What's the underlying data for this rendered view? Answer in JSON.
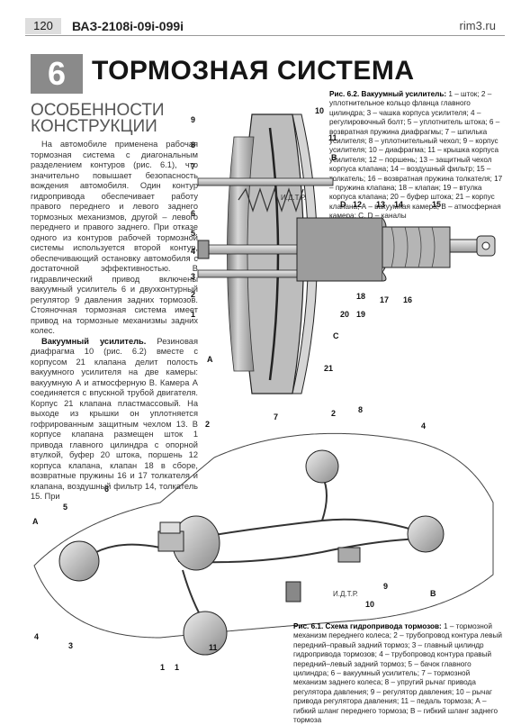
{
  "header": {
    "page_number": "120",
    "book_title": "ВАЗ-2108i-09i-099i",
    "site": "rim3.ru"
  },
  "chapter": {
    "number": "6",
    "title": "ТОРМОЗНАЯ СИСТЕМА"
  },
  "section": {
    "title": "ОСОБЕННОСТИ КОНСТРУКЦИИ"
  },
  "body": {
    "p1": "На автомобиле применена рабочая тормозная система с диагональным разделением контуров (рис. 6.1), что значительно повышает безопасность вождения автомобиля. Один контур гидропривода обеспечивает работу правого переднего и левого заднего тормозных механизмов, другой – левого переднего и правого заднего. При отказе одного из контуров рабочей тормозной системы используется второй контур, обеспечивающий остановку автомобиля с достаточной эффективностью. В гидравлический привод включены вакуумный усилитель 6 и двухконтурный регулятор 9 давления задних тормозов. Стояночная тормозная система имеет привод на тормозные механизмы задних колес.",
    "p2_lead": "Вакуумный усилитель.",
    "p2": " Резиновая диафрагма 10 (рис. 6.2) вместе с корпусом 21 клапана делит полость вакуумного усилителя на две камеры: вакуумную А и атмосферную В. Камера А соединяется с впускной трубой двигателя. Корпус 21 клапана пластмассовый. На выходе из крышки он уплотняется гофрированным защитным чехлом 13. В корпусе клапана размещен шток 1 привода главного цилиндра с опорной втулкой, буфер 20 штока, поршень 12 корпуса клапана, клапан 18 в сборе, возвратные пружины 16 и 17 толкателя и клапана, воздушный фильтр 14, толкатель 15. При"
  },
  "figure_6_2": {
    "caption_lead": "Рис. 6.2. Вакуумный усилитель:",
    "caption": " 1 – шток; 2 – уплотнительное кольцо фланца главного цилиндра; 3 – чашка корпуса усилителя; 4 – регулировочный болт; 5 – уплотнитель штока; 6 – возвратная пружина диафрагмы; 7 – шпилька усилителя; 8 – уплотнительный чехол; 9 – корпус усилителя; 10 – диафрагма; 11 – крышка корпуса усилителя; 12 – поршень; 13 – защитный чехол корпуса клапана; 14 – воздушный фильтр; 15 – толкатель; 16 – возвратная пружина толкателя; 17 – пружина клапана; 18 – клапан; 19 – втулка корпуса клапана; 20 – буфер штока; 21 – корпус клапана; А – вакуумная камера; В – атмосферная камера; С, D – каналы",
    "callouts_left": [
      "9",
      "8",
      "7",
      "6",
      "5",
      "4",
      "3",
      "2",
      "1"
    ],
    "callouts_top": [
      "10",
      "11",
      "B",
      "D",
      "12",
      "13",
      "14",
      "15"
    ],
    "callouts_bottom": [
      "20",
      "19",
      "18",
      "17",
      "16",
      "C",
      "21",
      "A"
    ],
    "watermark": "И.Д.Т.Р."
  },
  "figure_6_1": {
    "caption_lead": "Рис. 6.1. Схема гидропривода тормозов:",
    "caption": " 1 – тормозной механизм переднего колеса; 2 – трубопровод контура левый передний–правый задний тормоз; 3 – главный цилиндр гидропривода тормозов; 4 – трубопровод контура правый передний–левый задний тормоз; 5 – бачок главного цилиндра; 6 – вакуумный усилитель; 7 – тормозной механизм заднего колеса; 8 – упругий рычаг привода регулятора давления; 9 – регулятор давления; 10 – рычаг привода регулятора давления; 11 – педаль тормоза; А – гибкий шланг переднего тормоза; В – гибкий шланг заднего тормоза",
    "callouts": [
      "2",
      "7",
      "2",
      "8",
      "4",
      "A",
      "5",
      "6",
      "4",
      "3",
      "11",
      "1",
      "1",
      "10",
      "9",
      "B"
    ],
    "watermark": "И.Д.Т.Р."
  }
}
